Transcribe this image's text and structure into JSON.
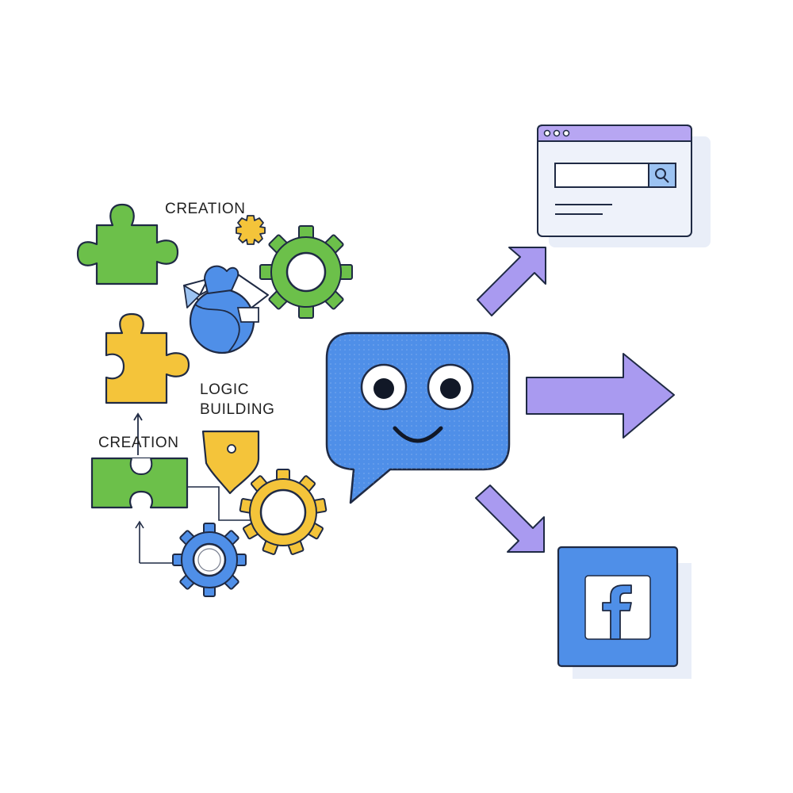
{
  "labels": {
    "creation_top": "CREATION",
    "logic_line1": "LOGIC",
    "logic_line2": "BUILDING",
    "creation_bottom": "CREATION"
  },
  "icons": {
    "chatbot": "chat-bubble-face-icon",
    "browser": "browser-window-search-icon",
    "social": "facebook-icon",
    "puzzle": "puzzle-piece-icon",
    "gear": "gear-icon",
    "map_pin": "map-pin-icon"
  },
  "colors": {
    "blue": "#4f8fe8",
    "green": "#6cc04a",
    "yellow": "#f4c43a",
    "purple": "#a99af0",
    "outline": "#1f2a44"
  }
}
